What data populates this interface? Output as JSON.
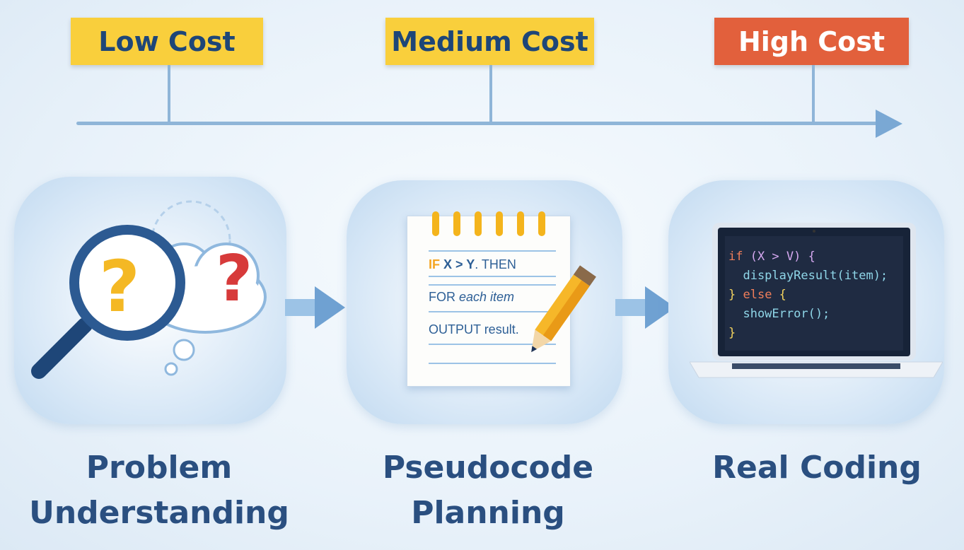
{
  "cost_scale": {
    "tags": [
      {
        "label": "Low Cost",
        "color": "#f9cf3c"
      },
      {
        "label": "Medium Cost",
        "color": "#f9cf3c"
      },
      {
        "label": "High Cost",
        "color": "#e2603c"
      }
    ],
    "timeline_color": "#8fb5d8"
  },
  "stages": [
    {
      "title_line1": "Problem",
      "title_line2": "Understanding",
      "icon": "magnifier-question-icon"
    },
    {
      "title_line1": "Pseudocode",
      "title_line2": "Planning",
      "icon": "notebook-pencil-icon",
      "notebook_lines": [
        {
          "keyword": "IF",
          "rest_bold": "X > Y",
          "rest": ". THEN"
        },
        {
          "keyword": "FOR",
          "rest": "each item"
        },
        {
          "keyword": "OUTPUT",
          "rest": "result."
        }
      ]
    },
    {
      "title_line1": "Real Coding",
      "icon": "laptop-code-icon",
      "code": {
        "l1_kw": "if",
        "l1_rest": " (X > V) {",
        "l2": "  displayResult(item);",
        "l3_brace": "} ",
        "l3_kw": "else",
        "l3_rest": " {",
        "l4": "  showError();",
        "l5": "}"
      }
    }
  ],
  "colors": {
    "title": "#2a4f80",
    "accent_yellow": "#f9cf3c",
    "accent_red": "#e2603c"
  }
}
